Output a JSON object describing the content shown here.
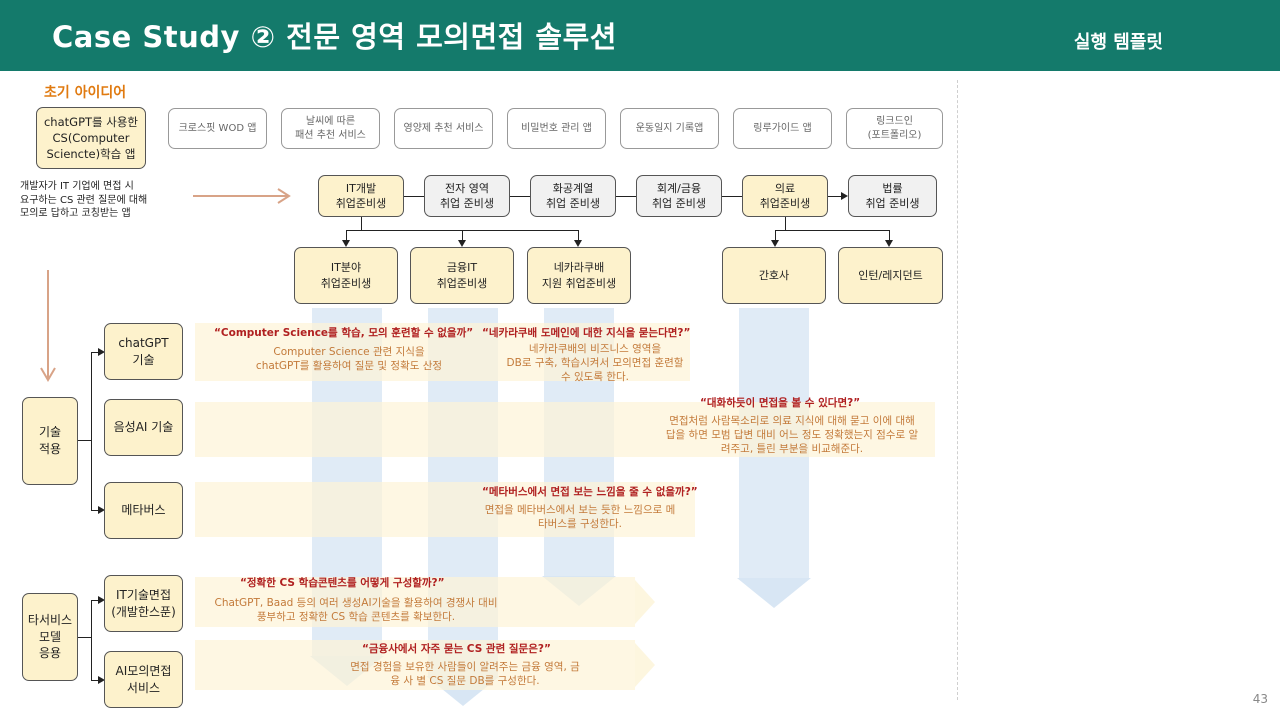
{
  "header": {
    "title": "Case Study ② 전문 영역 모의면접 솔루션",
    "subtitle": "실행 템플릿"
  },
  "page_number": "43",
  "initial_idea": {
    "label": "초기 아이디어",
    "main": [
      "chatGPT를 사용한",
      "CS(Computer",
      "Sciencte)학습 앱"
    ],
    "others": [
      [
        "크로스핏 WOD 앱"
      ],
      [
        "날씨에 따른",
        "패션 추천 서비스"
      ],
      [
        "영양제 추천 서비스"
      ],
      [
        "비밀번호 관리 앱"
      ],
      [
        "운동일지 기록앱"
      ],
      [
        "링루가이드 앱"
      ],
      [
        "링크드인",
        "(포트폴리오)"
      ]
    ]
  },
  "left_description": [
    "개발자가 IT 기업에 면접 시",
    "요구하는 CS 관련 질문에 대해",
    "모의로 답하고 코칭받는 앱"
  ],
  "fields": [
    [
      "IT개발",
      "취업준비생"
    ],
    [
      "전자 영역",
      "취업 준비생"
    ],
    [
      "화공계열",
      "취업 준비생"
    ],
    [
      "회계/금융",
      "취업 준비생"
    ],
    [
      "의료",
      "취업준비생"
    ],
    [
      "법률",
      "취업 준비생"
    ]
  ],
  "targets": [
    [
      "IT분야",
      "취업준비생"
    ],
    [
      "금융IT",
      "취업준비생"
    ],
    [
      "네카라쿠배",
      "지원 취업준비생"
    ],
    [
      "간호사"
    ],
    [
      "인턴/레지던트"
    ]
  ],
  "tech_group": {
    "label": [
      "기술",
      "적용"
    ],
    "items": [
      [
        "chatGPT",
        "기술"
      ],
      [
        "음성AI 기술"
      ],
      [
        "메타버스"
      ]
    ]
  },
  "service_group": {
    "label": [
      "타서비스",
      "모델",
      "응용"
    ],
    "items": [
      [
        "IT기술면접",
        "(개발한스푼)"
      ],
      [
        "AI모의면접",
        "서비스"
      ]
    ]
  },
  "insights": [
    {
      "q": "“Computer Science를 학습, 모의 훈련할 수 없을까”",
      "a": [
        "Computer Science 관련 지식을",
        "chatGPT를 활용하여 질문 및 정확도 산정"
      ]
    },
    {
      "q": "“네카라쿠배 도메인에 대한 지식을 묻는다면?”",
      "a": [
        "네카라쿠배의 비즈니스 영역을",
        "DB로 구축, 학습시켜서 모의면접 훈련할",
        "수 있도록 한다."
      ]
    },
    {
      "q": "“대화하듯이 면접을 볼 수 있다면?”",
      "a": [
        "면접처럼 사람목소리로 의료 지식에 대해 묻고 이에 대해",
        "답을 하면 모범 답변 대비 어느 정도 정확했는지 점수로 알",
        "려주고, 틀린 부분을 비교해준다."
      ]
    },
    {
      "q": "“메타버스에서 면접 보는 느낌을 줄 수 없을까?”",
      "a": [
        "면접을 메타버스에서 보는 듯한 느낌으로 메",
        "타버스를 구성한다."
      ]
    },
    {
      "q": "“정확한 CS 학습콘텐츠를 어떻게 구성할까?”",
      "a": [
        "ChatGPT, Baad 등의 여러 생성AI기술을 활용하여 경쟁사 대비",
        "풍부하고 정확한 CS 학습 콘텐츠를 확보한다."
      ]
    },
    {
      "q": "“금융사에서 자주 묻는 CS 관련 질문은?”",
      "a": [
        "면접 경험을 보유한 사람들이 알려주는 금융 영역, 금",
        "융 사 별 CS 질문 DB를 구성한다."
      ]
    }
  ],
  "colors": {
    "header": "#147a6b",
    "accent_orange": "#e07a10",
    "question_red": "#b02020",
    "answer_brown": "#c37a3a",
    "box_yellow": "#fdf2cc"
  }
}
